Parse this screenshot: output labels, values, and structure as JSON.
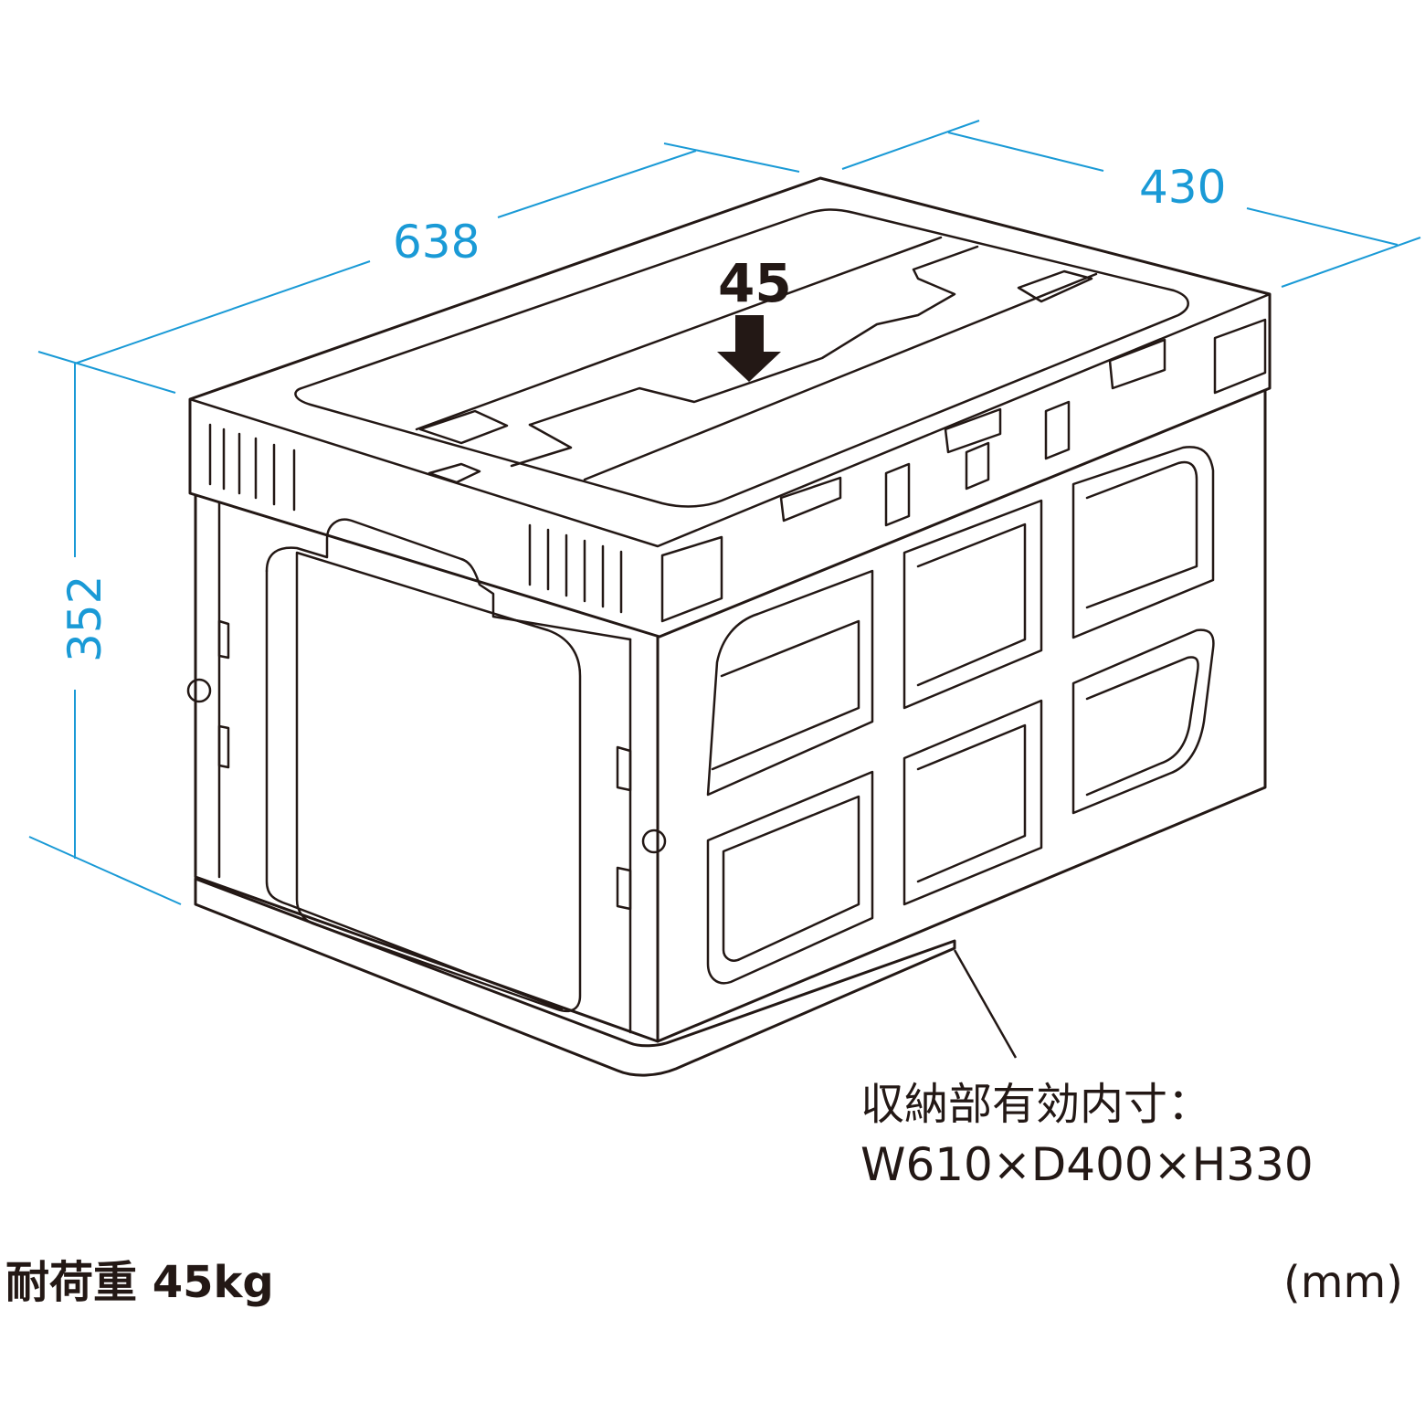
{
  "dimensions": {
    "width": "638",
    "depth": "430",
    "height": "352"
  },
  "load_arrow_label": "45",
  "inner_size": {
    "label": "収納部有効内寸：",
    "value": "W610×D400×H330"
  },
  "load_capacity": "耐荷重 45kg",
  "unit": "(mm)",
  "colors": {
    "dimension": "#1a9ad6",
    "outline": "#231815"
  }
}
